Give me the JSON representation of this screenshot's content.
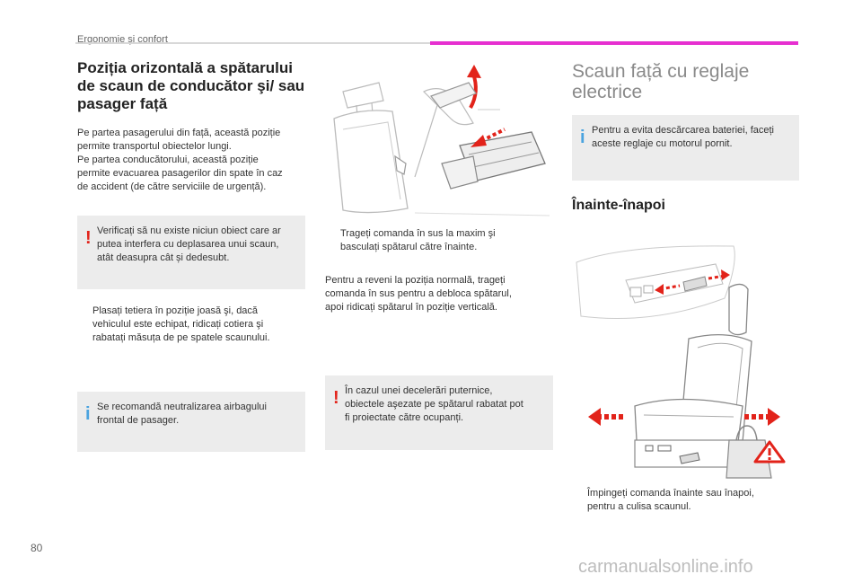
{
  "header": {
    "section": "Ergonomie şi confort"
  },
  "page_number": "80",
  "left_column": {
    "title": "Poziția orizontală a spătarului de scaun de conducător şi/ sau pasager față",
    "intro_lines": [
      "Pe partea pasagerului din față, această poziție",
      "permite transportul obiectelor lungi.",
      "Pe partea conducătorului, această poziție",
      "permite evacuarea pasagerilor din spate în caz",
      "de accident (de către serviciile de urgență)."
    ],
    "warning_box": {
      "icon": "!",
      "lines": [
        "Verificați să nu existe niciun obiect care ar",
        "putea interfera cu deplasarea unui scaun,",
        "atât deasupra cât și dedesubt."
      ]
    },
    "bullet": {
      "mark": "",
      "lines": [
        "Plasați tetiera în poziție joasă şi, dacă",
        "vehiculul este echipat, ridicați cotiera şi",
        "rabatați măsuța de pe spatele scaunului."
      ]
    },
    "info_box": {
      "icon": "i",
      "lines": [
        "Se recomandă neutralizarea airbagului",
        "frontal de pasager."
      ]
    }
  },
  "middle_column": {
    "bullet": {
      "mark": "",
      "lines": [
        "Trageți comanda în sus la maxim şi",
        "basculați spătarul către înainte."
      ]
    },
    "paragraph_lines": [
      "Pentru a reveni la poziția normală, trageți",
      "comanda în sus pentru a debloca spătarul,",
      "apoi ridicați spătarul în poziție verticală."
    ],
    "warning_box": {
      "icon": "!",
      "lines": [
        "În cazul unei decelerări puternice,",
        "obiectele aşezate pe spătarul rabatat pot",
        "fi proiectate către ocupanți."
      ]
    }
  },
  "right_column": {
    "title_lines": [
      "Scaun față cu reglaje",
      "electrice"
    ],
    "info_box": {
      "icon": "i",
      "lines": [
        "Pentru a evita descărcarea bateriei, faceți",
        "aceste reglaje cu motorul pornit."
      ]
    },
    "subtitle": "Înainte-înapoi",
    "bullet": {
      "mark": "",
      "lines": [
        "Împingeți comanda înainte sau înapoi,",
        "pentru a culisa scaunul."
      ]
    }
  },
  "watermark": "carmanualsonline.info",
  "colors": {
    "accent_pink": "#e62fd0",
    "warning_red": "#e2231a",
    "info_blue": "#4aa3df",
    "box_grey": "#ececec",
    "arrow_red": "#e2231a"
  }
}
